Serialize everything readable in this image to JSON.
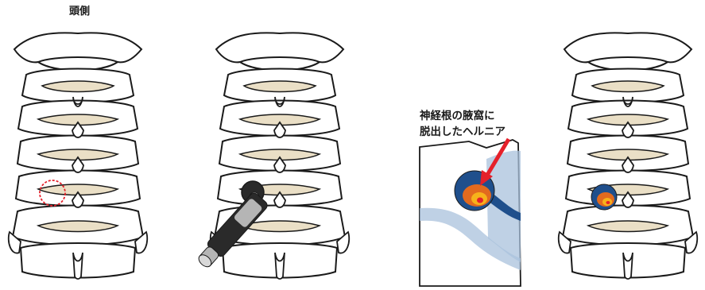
{
  "labels": {
    "top": "頭側",
    "callout_line1": "神経根の腋窩に",
    "callout_line2": "脱出したヘルニア"
  },
  "colors": {
    "bone_fill": "#ffffff",
    "bone_stroke": "#1a1a1a",
    "disc": "#eadfc6",
    "marker_red": "#e5202a",
    "nerve_blue": "#1f4f8c",
    "nerve_light": "#a9c1dc",
    "hernia_orange": "#e26a1e",
    "hernia_core": "#f6b21b",
    "endoscope_dark": "#2a2a2a",
    "endoscope_light": "#b5b5b5"
  }
}
